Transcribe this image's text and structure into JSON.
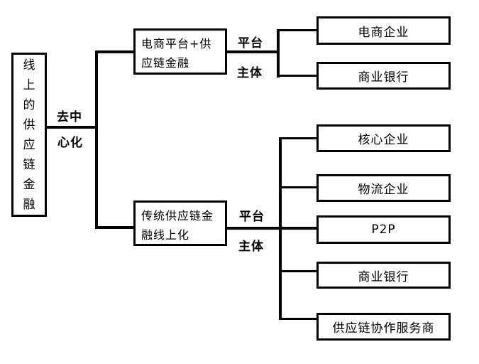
{
  "diagram": {
    "root_label": "线上的供应链金融",
    "edge_label_line1": "去中",
    "edge_label_line2": "心化",
    "top_branch": {
      "node_line1": "电商平台+供",
      "node_line2": "应链金融",
      "platform_label": "平台",
      "subject_label": "主体",
      "leaves": [
        "电商企业",
        "商业银行"
      ]
    },
    "bottom_branch": {
      "node_line1": "传统供应链金",
      "node_line2": "融线上化",
      "platform_label": "平台",
      "subject_label": "主体",
      "leaves": [
        "核心企业",
        "物流企业",
        "P2P",
        "商业银行",
        "供应链协作服务商"
      ]
    },
    "colors": {
      "line": "#000000",
      "background": "#ffffff",
      "text": "#000000"
    }
  }
}
